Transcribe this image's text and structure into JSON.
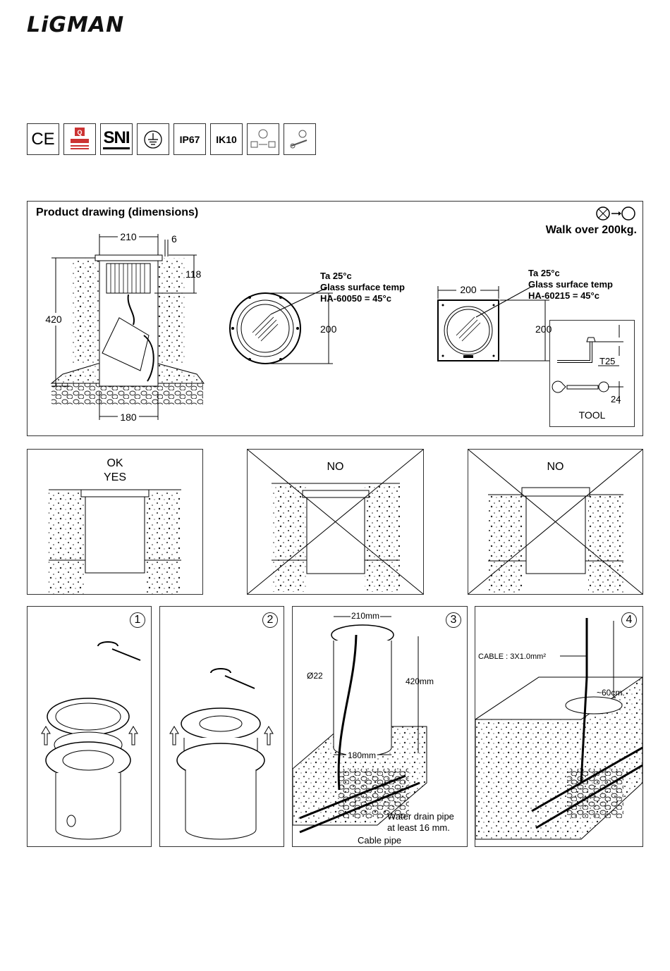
{
  "brand": "LiGMAN",
  "certifications": [
    {
      "name": "ce-mark",
      "label": "CE"
    },
    {
      "name": "sirim-mark",
      "label": ""
    },
    {
      "name": "sni-mark",
      "label": "SNI"
    },
    {
      "name": "earth-symbol",
      "label": ""
    },
    {
      "name": "ip-rating",
      "label": "IP67"
    },
    {
      "name": "ik-rating",
      "label": "IK10"
    },
    {
      "name": "voltage-symbol",
      "label": ""
    },
    {
      "name": "driver-symbol",
      "label": ""
    }
  ],
  "drawing": {
    "title": "Product drawing (dimensions)",
    "walk_over": "Walk over 200kg.",
    "section_dims": {
      "width_top": "210",
      "flange": "6",
      "depth_head": "118",
      "height": "420",
      "base": "180"
    },
    "round": {
      "ta": "Ta 25°c",
      "glass": "Glass surface temp",
      "model": "HA-60050 = 45°c",
      "dim": "200"
    },
    "square": {
      "ta": "Ta 25°c",
      "glass": "Glass surface temp",
      "model": "HA-60215 = 45°c",
      "dim_w": "200",
      "dim_h": "200"
    },
    "tool": {
      "hex": "T25",
      "spanner": "24",
      "label": "TOOL"
    }
  },
  "install_check": [
    {
      "line1": "OK",
      "line2": "YES"
    },
    {
      "line1": "NO",
      "line2": ""
    },
    {
      "line1": "NO",
      "line2": ""
    }
  ],
  "steps": [
    {
      "num": "1"
    },
    {
      "num": "2"
    },
    {
      "num": "3",
      "top": "210mm",
      "dia": "Ø22",
      "height": "420mm",
      "base": "180mm",
      "drain": "Water drain pipe",
      "drain2": "at least 16 mm.",
      "cable": "Cable pipe"
    },
    {
      "num": "4",
      "cable": "CABLE  : 3X1.0mm²",
      "length": "~60cm."
    }
  ]
}
